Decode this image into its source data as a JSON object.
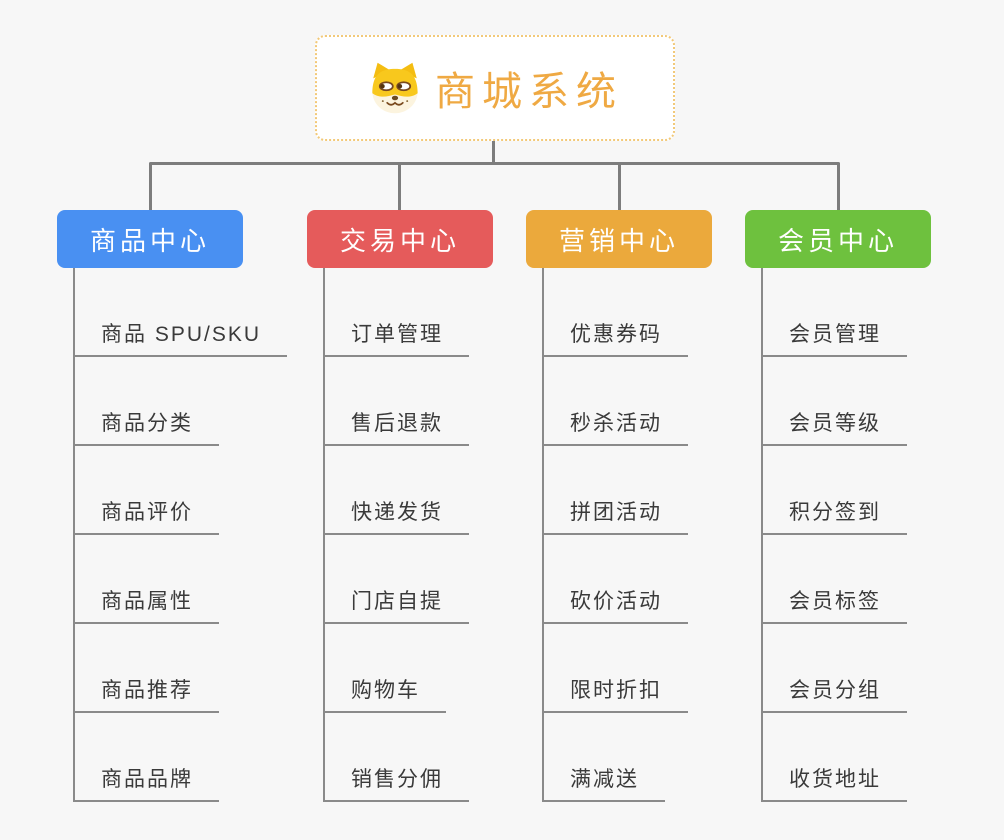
{
  "root": {
    "title": "商城系统",
    "icon": "shiba-dog-icon"
  },
  "branches": [
    {
      "label": "商品中心",
      "color": "#4990F2",
      "items": [
        "商品 SPU/SKU",
        "商品分类",
        "商品评价",
        "商品属性",
        "商品推荐",
        "商品品牌"
      ]
    },
    {
      "label": "交易中心",
      "color": "#E55B5B",
      "items": [
        "订单管理",
        "售后退款",
        "快递发货",
        "门店自提",
        "购物车",
        "销售分佣"
      ]
    },
    {
      "label": "营销中心",
      "color": "#EBA93C",
      "items": [
        "优惠券码",
        "秒杀活动",
        "拼团活动",
        "砍价活动",
        "限时折扣",
        "满减送"
      ]
    },
    {
      "label": "会员中心",
      "color": "#6EC13E",
      "items": [
        "会员管理",
        "会员等级",
        "积分签到",
        "会员标签",
        "会员分组",
        "收货地址"
      ]
    }
  ],
  "colors": {
    "background": "#F7F7F7",
    "connector": "#7D7D7D",
    "underline": "#8A8A8A",
    "root_border": "#F2C979",
    "root_text": "#EFA943",
    "leaf_text": "#3A3A3A"
  }
}
